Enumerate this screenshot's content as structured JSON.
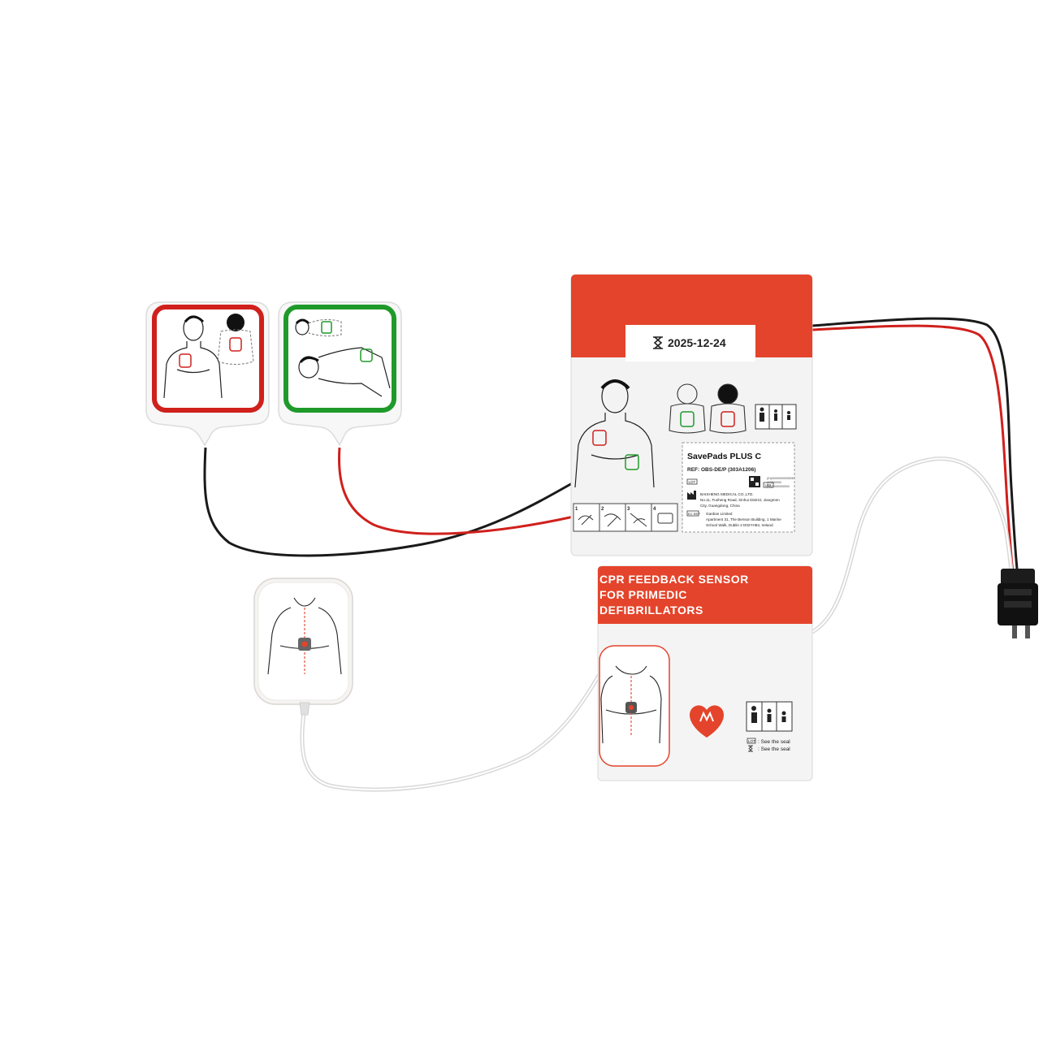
{
  "pouch": {
    "expiry_date": "2025-12-24",
    "product_name": "SavePads PLUS C",
    "ref": "REF: OBS-DE/P (303A1206)",
    "lot_label": "LOT",
    "udi_label": "UDI",
    "udi_codes": [
      "(01)00000000000000",
      "(17)000000",
      "(10)00000000000"
    ],
    "manufacturer_name": "BAISHENG MEDICAL CO.,LTD.",
    "manufacturer_address": [
      "No.11, Fusheng Road, Xinhui District, Jiangmen",
      "City, Guangdong, China"
    ],
    "ec_rep_label": "EC REP",
    "rep_name": "Gardian Limited",
    "rep_address": [
      "Apartment 31, The Benson Building, 1 Marine",
      "School Walk, Dublin 2 D02YH84, Ireland"
    ],
    "steps": [
      "1",
      "2",
      "3",
      "4"
    ],
    "colors": {
      "header": "#e4442b",
      "body": "#f2f2f2"
    }
  },
  "sensor_pouch": {
    "title_lines": [
      "CPR FEEDBACK SENSOR",
      "FOR PRIMEDIC",
      "DEFIBRILLATORS"
    ],
    "lot_label": "LOT",
    "lot_text": ": See the seal",
    "expiry_text": ": See the seal",
    "colors": {
      "header": "#e4442b",
      "body": "#f4f4f4"
    }
  },
  "pads": {
    "red_border_color": "#d0201c",
    "green_border_color": "#1f9a2a"
  },
  "cables": {
    "black": "#1a1a1a",
    "red": "#d0201c",
    "white": "#e8e8e8"
  }
}
